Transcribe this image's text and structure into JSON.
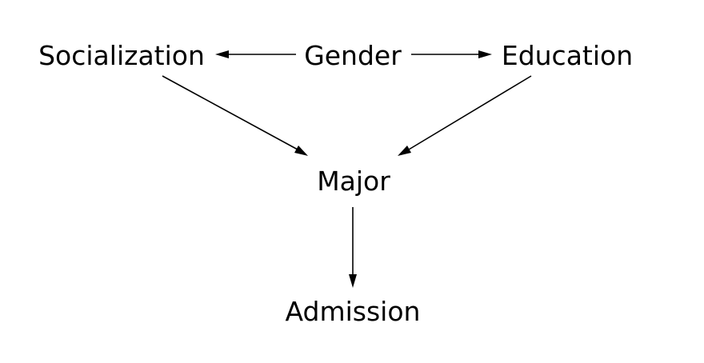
{
  "diagram": {
    "type": "directed-graph",
    "line_color": "#000000",
    "text_color": "#000000",
    "nodes": {
      "socialization": "Socialization",
      "gender": "Gender",
      "education": "Education",
      "major": "Major",
      "admission": "Admission"
    },
    "edges": [
      {
        "from": "gender",
        "to": "socialization"
      },
      {
        "from": "gender",
        "to": "education"
      },
      {
        "from": "socialization",
        "to": "major"
      },
      {
        "from": "education",
        "to": "major"
      },
      {
        "from": "major",
        "to": "admission"
      }
    ]
  }
}
